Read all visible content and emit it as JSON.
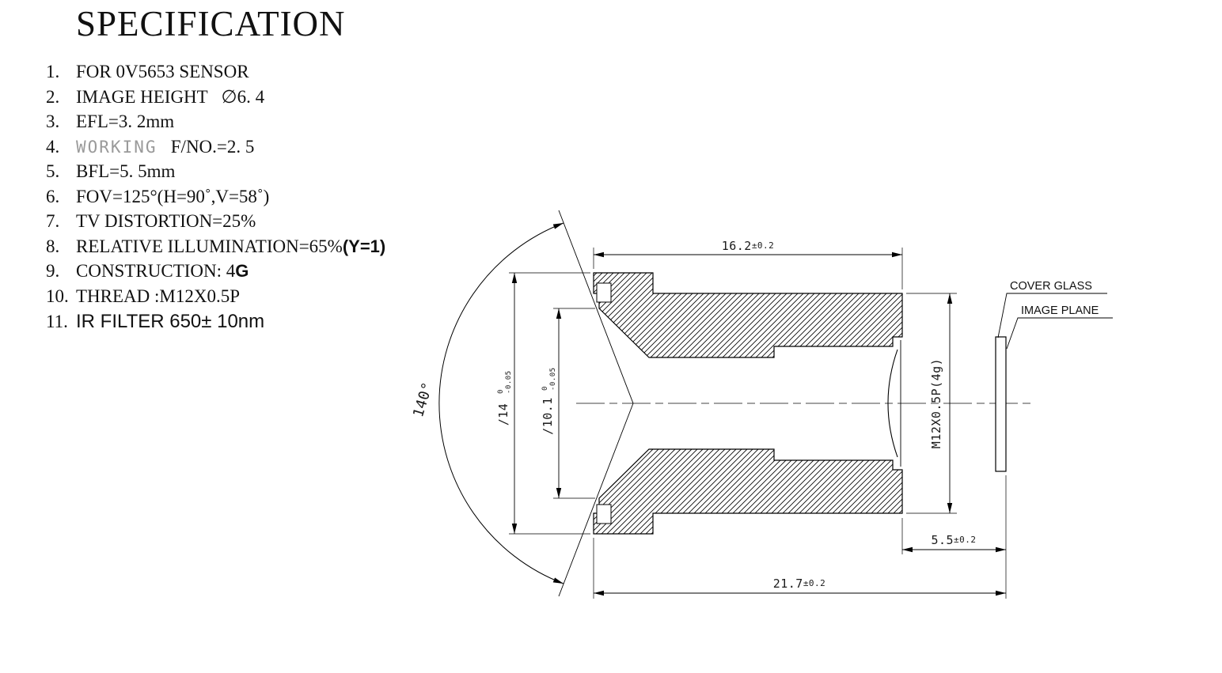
{
  "title": "SPECIFICATION",
  "specs": [
    {
      "num": "1.",
      "parts": [
        {
          "t": "FOR 0V5653 SENSOR",
          "c": "serif"
        }
      ]
    },
    {
      "num": "2.",
      "parts": [
        {
          "t": "IMAGE HEIGHT   ∅6. 4",
          "c": "serif"
        }
      ]
    },
    {
      "num": "3.",
      "parts": [
        {
          "t": "EFL=3. 2mm",
          "c": "serif"
        }
      ]
    },
    {
      "num": "4.",
      "parts": [
        {
          "t": "WORKING",
          "c": "outline"
        },
        {
          "t": "   F/NO.=2. 5",
          "c": "serif"
        }
      ]
    },
    {
      "num": "5.",
      "parts": [
        {
          "t": "BFL=5. 5mm",
          "c": "serif"
        }
      ]
    },
    {
      "num": "6.",
      "parts": [
        {
          "t": "FOV=125°(H=90˚,V=58˚)",
          "c": "serif"
        }
      ]
    },
    {
      "num": "7.",
      "parts": [
        {
          "t": "TV DISTORTION=25%",
          "c": "serif"
        }
      ]
    },
    {
      "num": "8.",
      "parts": [
        {
          "t": "RELATIVE ILLUMINATION=65%",
          "c": "serif"
        },
        {
          "t": "(Y=1)",
          "c": "sansbold"
        }
      ]
    },
    {
      "num": "9.",
      "parts": [
        {
          "t": "CONSTRUCTION: 4",
          "c": "serif"
        },
        {
          "t": "G",
          "c": "sansbold"
        }
      ]
    },
    {
      "num": "10.",
      "parts": [
        {
          "t": "THREAD :M12X0.5P",
          "c": "serif"
        }
      ]
    },
    {
      "num": "11.",
      "parts": [
        {
          "t": "IR FILTER 650± 10nm",
          "c": "big-sans"
        }
      ]
    }
  ],
  "drawing": {
    "angle_label": "140°",
    "dims": {
      "body_length": {
        "main": "16.2",
        "tol": "±0.2"
      },
      "total_length": {
        "main": "21.7",
        "tol": "±0.2"
      },
      "bfl": {
        "main": "5.5",
        "tol": "±0.2"
      },
      "outer_dia": {
        "main": "∕14",
        "tol_top": "0",
        "tol_bottom": "-0.05"
      },
      "aperture_dia": {
        "main": "∕10.1",
        "tol_top": "0",
        "tol_bottom": "-0.05"
      },
      "thread": {
        "main": "M12X0.5P(4g)"
      }
    },
    "labels": {
      "cover_glass": "COVER GLASS",
      "image_plane": "IMAGE PLANE"
    }
  }
}
